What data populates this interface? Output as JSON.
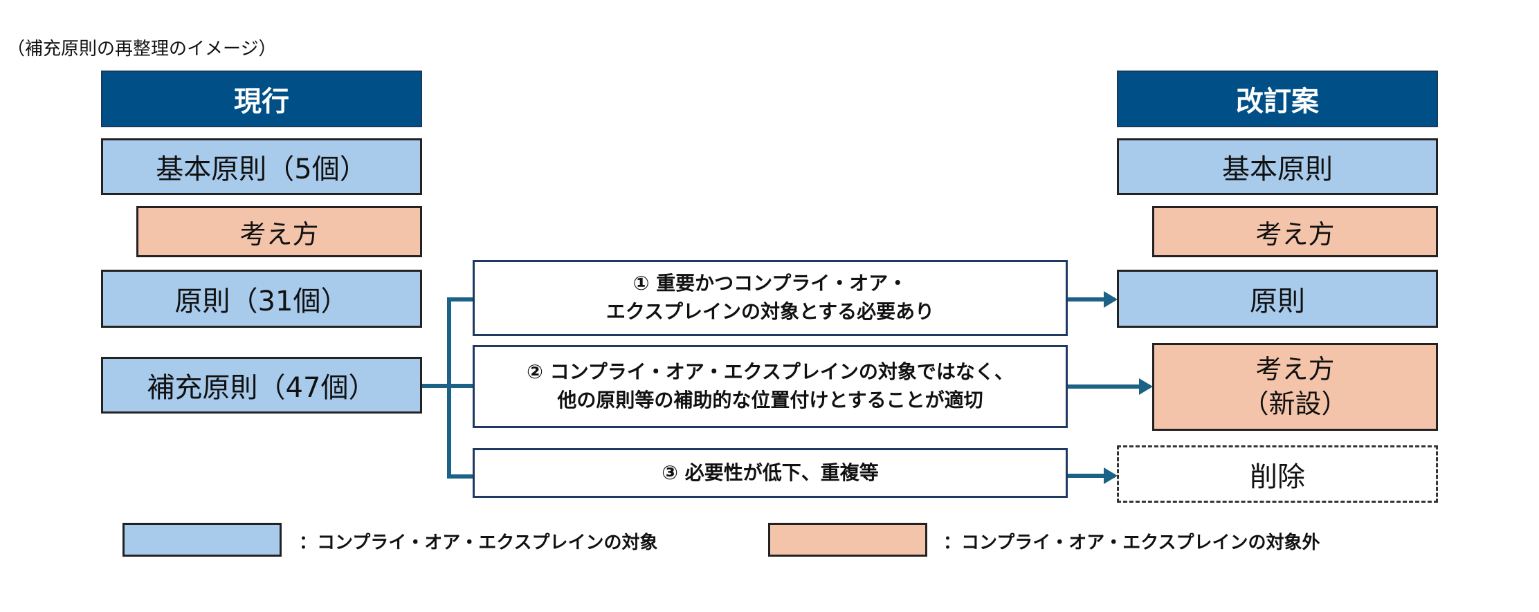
{
  "title": "（補充原則の再整理のイメージ）",
  "current": {
    "header": "現行",
    "basic": "基本原則（5個）",
    "approach": "考え方",
    "principles": "原則（31個）",
    "supplementary": "補充原則（47個）"
  },
  "categories": [
    {
      "line1": "①  重要かつコンプライ・オア・",
      "line2": "エクスプレインの対象とする必要あり"
    },
    {
      "line1": "②  コンプライ・オア・エクスプレインの対象ではなく、",
      "line2": "他の原則等の補助的な位置付けとすることが適切"
    },
    {
      "line1": "③  必要性が低下、重複等"
    }
  ],
  "revised": {
    "header": "改訂案",
    "basic": "基本原則",
    "approach": "考え方",
    "principles": "原則",
    "new_approach_line1": "考え方",
    "new_approach_line2": "（新設）",
    "deleted": "削除"
  },
  "legend": [
    {
      "label": "：コンプライ・オア・エクスプレインの対象",
      "color": "#a8cbec"
    },
    {
      "label": "：コンプライ・オア・エクスプレインの対象外",
      "color": "#f4c4aa"
    }
  ]
}
